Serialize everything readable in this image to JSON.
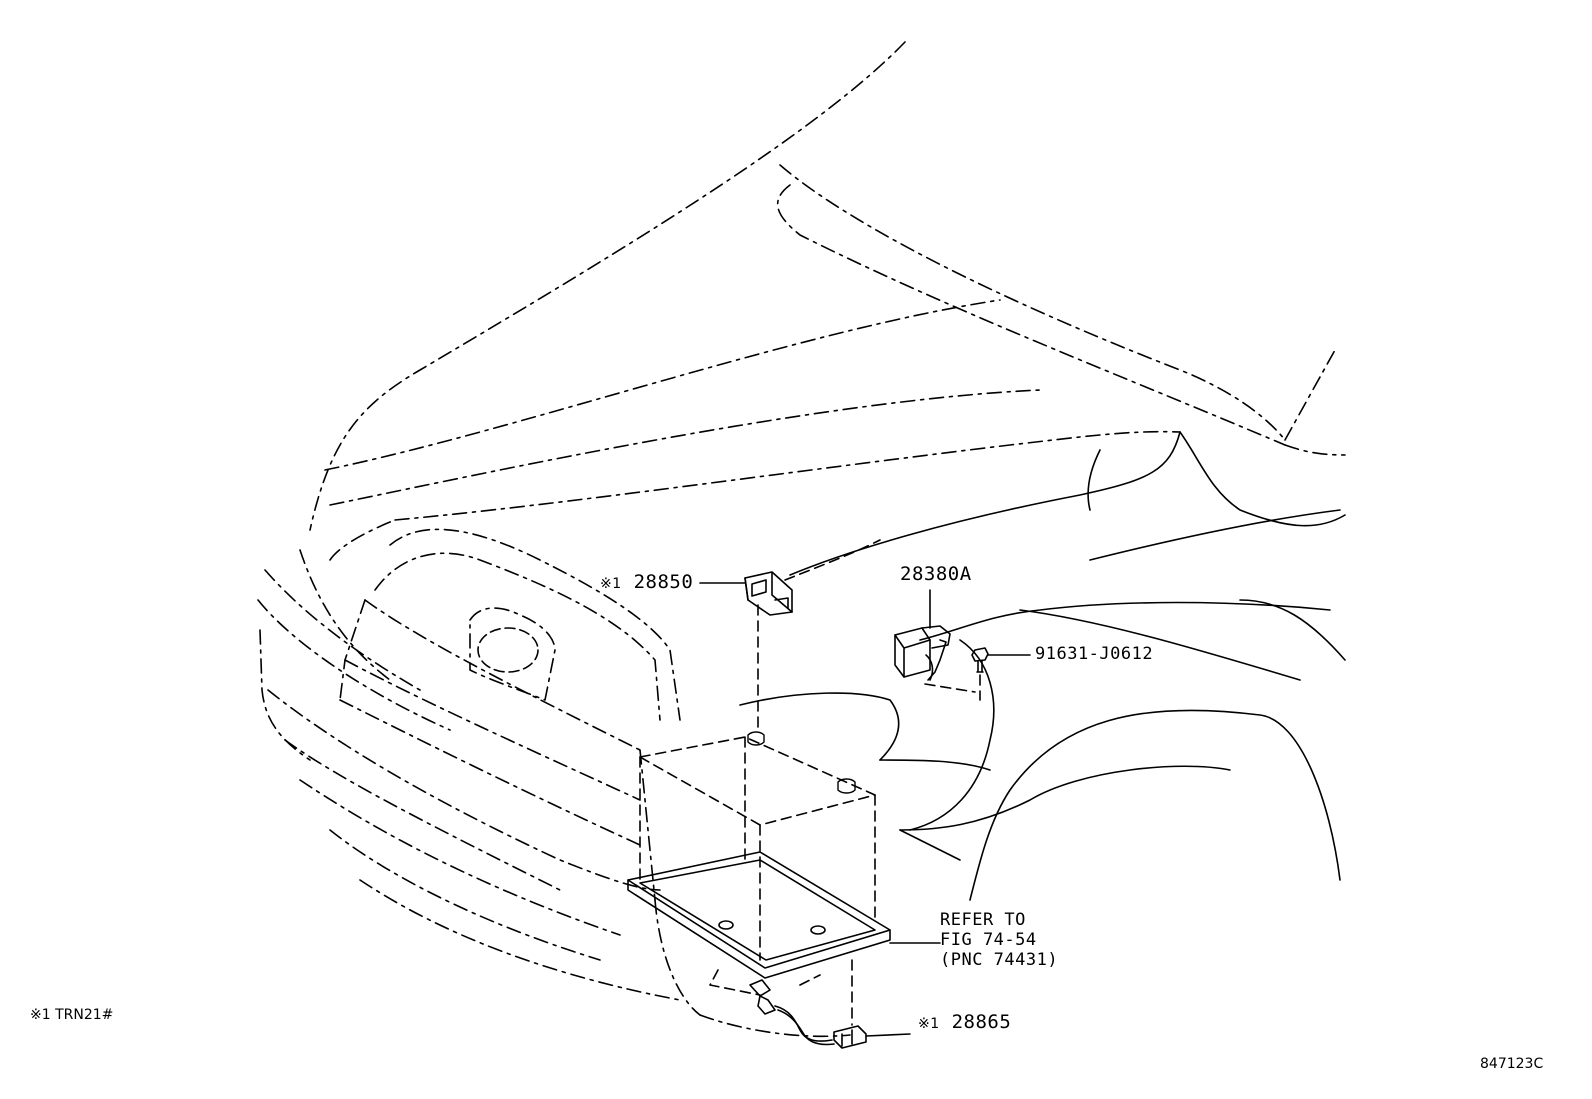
{
  "callouts": {
    "part_28850": {
      "prefix": "※1",
      "number": "28850"
    },
    "part_28380A": {
      "number": "28380A"
    },
    "part_91631": {
      "number": "91631-J0612"
    },
    "part_28865": {
      "prefix": "※1",
      "number": "28865"
    },
    "refer": {
      "line1": "REFER TO",
      "line2": "FIG 74-54",
      "line3": "(PNC 74431)"
    }
  },
  "footnote": "※1 TRN21#",
  "figure_code": "847123C",
  "colors": {
    "ink": "#000000",
    "paper": "#ffffff"
  }
}
